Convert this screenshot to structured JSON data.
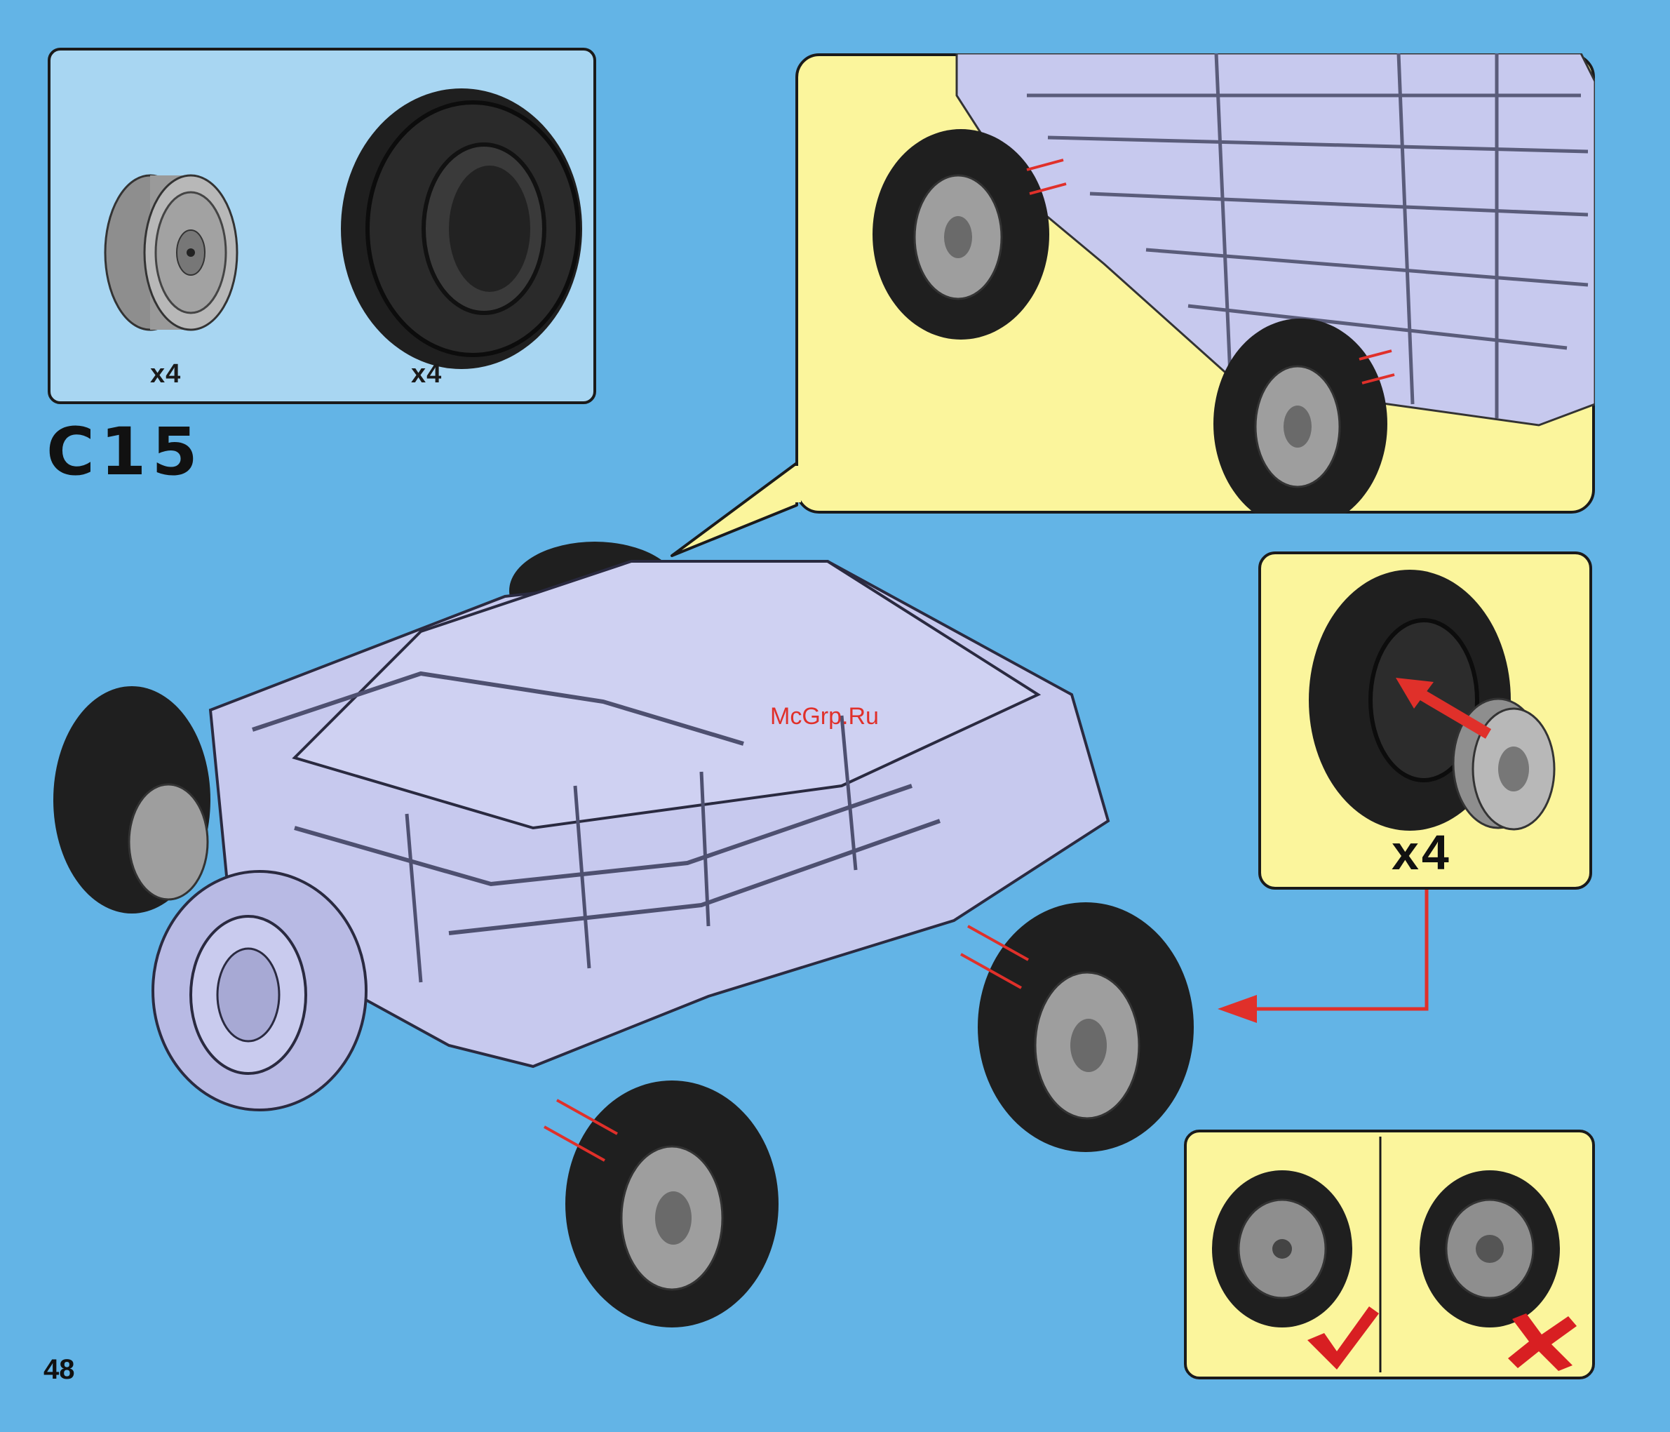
{
  "step": {
    "label": "C15"
  },
  "page": {
    "number": "48"
  },
  "parts": {
    "rim": {
      "icon": "wheel-rim-icon",
      "count": "x4"
    },
    "tire": {
      "icon": "tire-icon",
      "count": "x4"
    }
  },
  "assembly": {
    "count": "x4",
    "arrow_color": "#e0302a"
  },
  "watermark": {
    "text": "McGrp.Ru"
  },
  "checks": {
    "correct": {
      "icon": "checkmark-icon"
    },
    "wrong": {
      "icon": "cross-icon"
    }
  },
  "colors": {
    "background": "#63b4e6",
    "callout": "#fbf59c",
    "parts_box": "#a8d6f2",
    "arrow": "#e0302a"
  }
}
